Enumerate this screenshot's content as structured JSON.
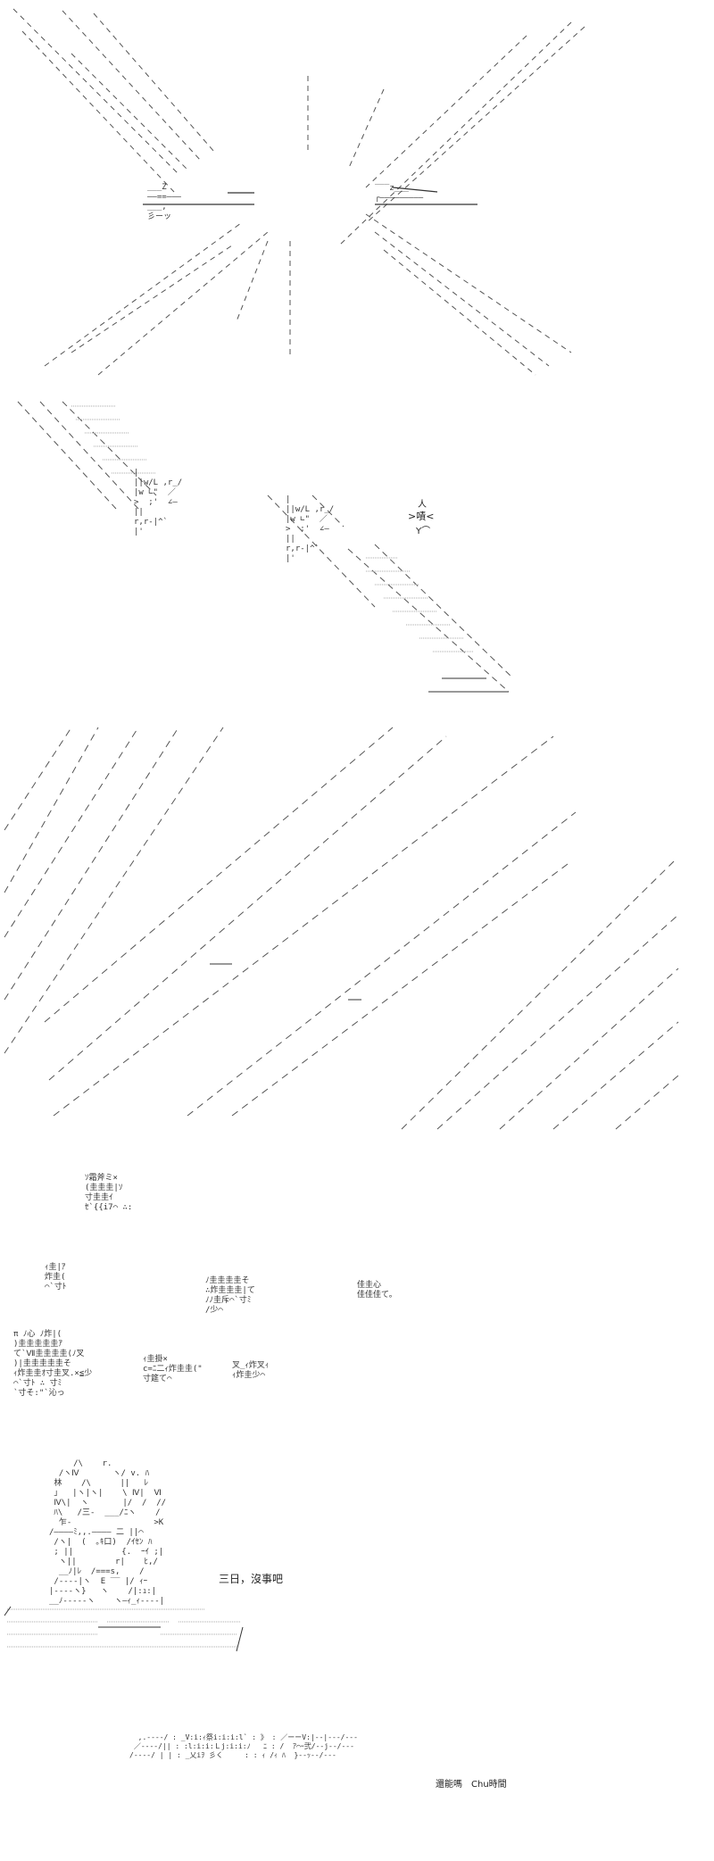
{
  "panels": [
    {
      "id": "explosion",
      "description": "ASCII art starburst explosion with radiating speed lines"
    },
    {
      "id": "clash",
      "description": "Two impact bursts with diagonal streaks and onomatopoeia"
    },
    {
      "id": "speed-lines",
      "description": "Dense diagonal speed lines"
    },
    {
      "id": "debris",
      "description": "Scattered kanji debris ASCII art"
    },
    {
      "id": "character",
      "description": "ASCII art character seated with caption"
    },
    {
      "id": "bottom",
      "description": "Partial ASCII art block with cut-off text"
    }
  ],
  "sfx": {
    "clash_burst": ">嘖<",
    "burst_top": "人",
    "burst_bottom": "Y⌒"
  },
  "aa_text": {
    "explosion_left": "___Z\n——==———\n___,\n彡ーッ",
    "explosion_right": "‾‾‾z___\n┌—————————",
    "clash_face": "|\n||w/L ,r_/\n|w ∟\"  ／\n>  ;'  ∠—\n|| \nr,r‐|^`\n|'",
    "debris_1": "ｿ霜斧ミ×\n(圭圭圭|ｿ\n寸圭圭ｲ\nｾ`{{i7⌒ ∴:",
    "debris_2": "ｨ圭|ｱ\n炸圭(\n⌒`寸ﾄ",
    "debris_3": "ﾉ圭圭圭圭そ\n∴炸圭圭圭|て\nﾉﾉ圭斥⌒`寸ﾐ\n/少⌒",
    "debris_4": "佳圭心\n佳佳佳て。",
    "debris_5": "π ﾉ心 ﾉ炸|(\n)圭圭圭圭圭ｱ\nて`Ⅶ圭圭圭圭(ﾉ叉\n)|圭圭圭圭圭そ\nｨ炸圭圭ｵ寸圭叉.×≦少\n⌒`寸ﾄ ∴ 寸ﾐ\n`寸そ:\"`沁っ",
    "debris_6": "ｨ圭掛×\nc=ﾆ二ｨ炸圭圭(\"\n寸筵て⌒",
    "debris_7": "叉_ｨ炸叉ｨ\nｨ炸圭少⌒",
    "character": "     /\\    r.\n  /ヽⅣ       ヽ/ v. ﾊ\n 林    /\\      ||   ﾚ\n ｣   |ヽ|ヽ|    \\ Ⅳ|  Ⅵ\n Ⅳ\\|  ヽ       |/  /  //\n ﾊ\\   /三‐  ___/ﾆヽ    /\n  乍‐                 >K\n/————ﾐ,,.———— 二 ||⌒\n /ヽ|  (  ｡ｷ口)  /ｲｾﾝ ﾊ\n ; ||          {.  ｰｲ ;|\n  ヽ||        r|    ﾋ,/\n  __ﾉ|ﾚ  /===s,    /\n /‐‐‐‐|ヽ  E ‾‾ |/ ｨｰ\n|‐‐‐‐ヽ}   ヽ    /|:ｭ:|\n__ﾉ‐‐‐‐‐ヽ    ヽ—ｨ_ｨ‐‐‐‐|",
    "bottom": "  ,.‐‐‐‐/ : _V:i:ｨ祭i:i:i:l` : 》 : ／ーーV:|‐‐|‐‐‐/‐‐‐\n ／‐‐‐‐/|| : :l:i:i:Ｌj:i:i:ﾉ   ﾆ : /  ｱ⌒ｰ弐/‐‐j‐‐/‐‐‐\n/‐‐‐‐/ | | : _乂iｦ 彡く     : : ｨ /ｨ ﾊ  }‐‐ｯ‐‐/‐‐‐"
  },
  "caption": {
    "text": "三日，沒事吧"
  },
  "bottom_text": {
    "text": "還能嗎　Chu時間"
  },
  "colors": {
    "background": "#ffffff",
    "ink": "#333333"
  }
}
